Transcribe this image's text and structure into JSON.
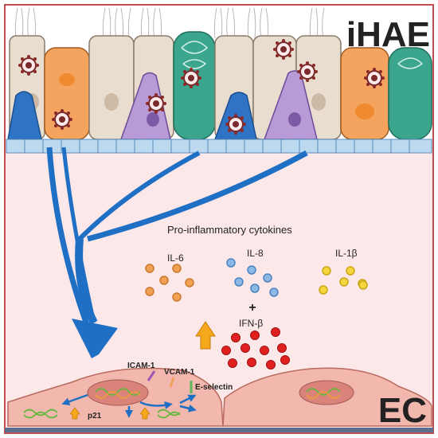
{
  "labels": {
    "top_tissue": "iHAE",
    "bottom_tissue": "EC",
    "cytokine_heading": "Pro-inflammatory  cytokines",
    "plus": "+",
    "il6": "IL-6",
    "il8": "IL-8",
    "il1b": "IL-1β",
    "ifnb": "IFN-β",
    "icam": "ICAM-1",
    "vcam": "VCAM-1",
    "eselectin": "E-selectin",
    "p21": "p21"
  },
  "colors": {
    "frame": "#c0504d",
    "background": "#fce8e8",
    "arrow": "#1f6fc5",
    "membrane": "#bcd9ef",
    "il6": "#f2a154",
    "il8": "#8db8e6",
    "il1b": "#f5d63d",
    "ifnb": "#e02020",
    "up_arrow": "#f6a81c",
    "cell_beige": "#e9ddd0",
    "cell_orange": "#f5a460",
    "cell_purple": "#b79ad6",
    "cell_teal": "#3ba58d",
    "cell_blue": "#2f74c4",
    "endothelial": "#f2b8ae",
    "nucleus": "#d9837b",
    "dna_green": "#63b83f",
    "dna_orange": "#f09a3e",
    "icam": "#9b59b6",
    "vcam": "#f0a060",
    "eselectin": "#5cb85c"
  }
}
